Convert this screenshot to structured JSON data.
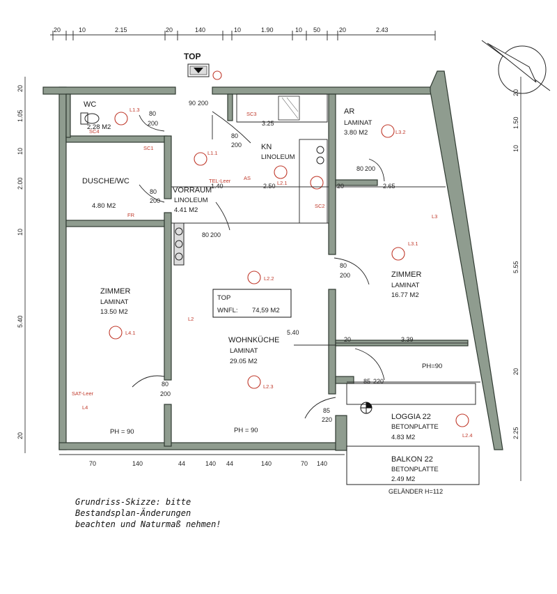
{
  "top_label": "TOP",
  "rooms": {
    "wc": {
      "name": "WC",
      "area": "2.28 M2"
    },
    "dusche": {
      "name": "DUSCHE/WC",
      "area": "4.80 M2"
    },
    "vorraum": {
      "name": "VORRAUM",
      "floor": "LINOLEUM",
      "area": "4.41 M2"
    },
    "kn": {
      "name": "KN",
      "floor": "LINOLEUM"
    },
    "ar": {
      "name": "AR",
      "floor": "LAMINAT",
      "area": "3.80 M2"
    },
    "zimmer_right": {
      "name": "ZIMMER",
      "floor": "LAMINAT",
      "area": "16.77 M2"
    },
    "zimmer_left": {
      "name": "ZIMMER",
      "floor": "LAMINAT",
      "area": "13.50 M2"
    },
    "wohnkueche": {
      "name": "WOHNKÜCHE",
      "floor": "LAMINAT",
      "area": "29.05 M2"
    },
    "loggia": {
      "name": "LOGGIA 22",
      "floor": "BETONPLATTE",
      "area": "4.83 M2"
    },
    "balkon": {
      "name": "BALKON 22",
      "floor": "BETONPLATTE",
      "area": "2.49 M2"
    }
  },
  "top_box": {
    "title": "TOP",
    "label": "WNFL:",
    "value": "74,59 M2"
  },
  "ph_labels": [
    "PH = 90",
    "PH = 90",
    "PH=90"
  ],
  "gelaender": "GELÄNDER H=112",
  "top_dims": [
    "20",
    "10",
    "2.15",
    "20",
    "140",
    "10",
    "1.90",
    "10",
    "50",
    "20",
    "2.43"
  ],
  "bottom_dims": [
    "70",
    "140",
    "44",
    "140",
    "44",
    "140",
    "70",
    "140"
  ],
  "left_dims": [
    "20",
    "1.05",
    "10",
    "2.00",
    "10",
    "5.40",
    "20"
  ],
  "right_dims": [
    "20",
    "1.50",
    "10",
    "5.55",
    "20",
    "2.25"
  ],
  "inner_dims": [
    "3.25",
    "1.40",
    "2.50",
    "2.65",
    "5.40",
    "3.39",
    "20",
    "20"
  ],
  "doors": [
    {
      "w": "80",
      "h": "200"
    },
    {
      "w": "90",
      "h": "200"
    },
    {
      "w": "80",
      "h": "200"
    },
    {
      "w": "80",
      "h": "200"
    },
    {
      "w": "80",
      "h": "200"
    },
    {
      "w": "80",
      "h": "200"
    },
    {
      "w": "80",
      "h": "200"
    },
    {
      "w": "80",
      "h": "200"
    },
    {
      "w": "85",
      "h": "220"
    },
    {
      "w": "85",
      "h": "220"
    }
  ],
  "lights": [
    "L1.3",
    "L1.1",
    "L2.1",
    "L3.2",
    "L3.1",
    "L2.2",
    "L4.1",
    "L2.3",
    "L2.4"
  ],
  "small_labels": [
    "SC4",
    "SC1",
    "SC3",
    "SC2",
    "AS",
    "TEL-Leer",
    "SAT-Leer",
    "FR",
    "L3",
    "L2",
    "L4"
  ],
  "note_lines": [
    "Grundriss-Skizze: bitte",
    "Bestandsplan-Änderungen",
    "beachten und Naturmaß nehmen!"
  ]
}
